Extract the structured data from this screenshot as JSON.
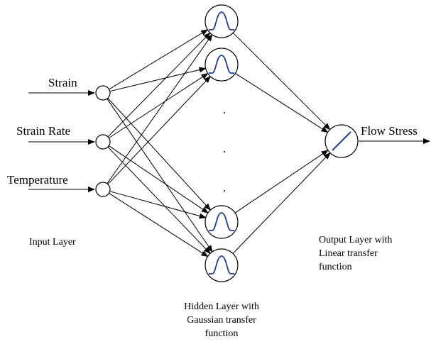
{
  "inputs": {
    "strain": "Strain",
    "strain_rate": "Strain Rate",
    "temperature": "Temperature"
  },
  "output": {
    "label": "Flow Stress"
  },
  "captions": {
    "input_layer": "Input Layer",
    "hidden_layer": [
      "Hidden Layer with",
      "Gaussian transfer",
      "function"
    ],
    "output_layer": [
      "Output Layer with",
      "Linear transfer",
      "function"
    ]
  },
  "hidden_gap_dots": [
    ".",
    ".",
    "."
  ]
}
